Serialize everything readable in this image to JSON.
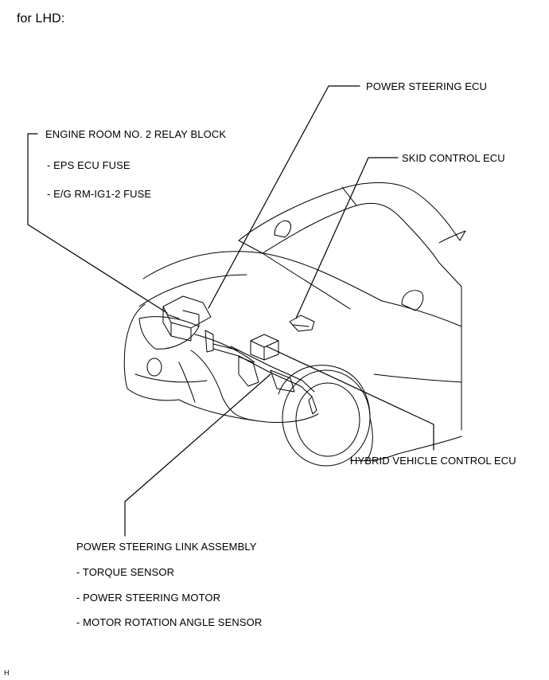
{
  "header": {
    "title": "for LHD:"
  },
  "labels": {
    "power_steering_ecu": "POWER STEERING ECU",
    "engine_room_relay_block": "ENGINE ROOM NO. 2 RELAY BLOCK",
    "eps_ecu_fuse": "- EPS ECU FUSE",
    "eg_rm_ig1_2_fuse": "- E/G RM-IG1-2 FUSE",
    "skid_control_ecu": "SKID CONTROL ECU",
    "hybrid_vehicle_control_ecu": "HYBRID VEHICLE CONTROL ECU",
    "power_steering_link_assembly": "POWER STEERING LINK ASSEMBLY",
    "torque_sensor": "- TORQUE SENSOR",
    "power_steering_motor": "- POWER STEERING MOTOR",
    "motor_rotation_angle_sensor": "- MOTOR ROTATION ANGLE SENSOR"
  },
  "footer": {
    "code": "H"
  }
}
